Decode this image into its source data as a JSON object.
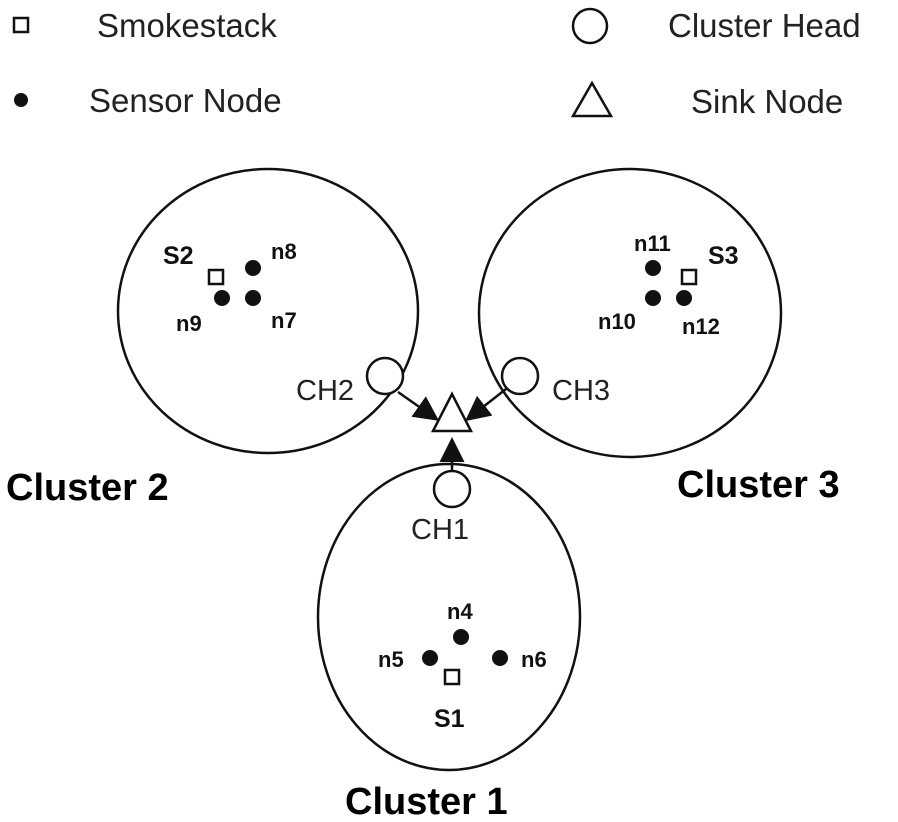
{
  "legend": {
    "smokestack": "Smokestack",
    "cluster_head": "Cluster Head",
    "sensor_node": "Sensor Node",
    "sink_node": "Sink Node"
  },
  "clusters": {
    "c1": "Cluster 1",
    "c2": "Cluster 2",
    "c3": "Cluster 3"
  },
  "cluster_heads": {
    "ch1": "CH1",
    "ch2": "CH2",
    "ch3": "CH3"
  },
  "smokestacks": {
    "s1": "S1",
    "s2": "S2",
    "s3": "S3"
  },
  "nodes": {
    "n4": "n4",
    "n5": "n5",
    "n6": "n6",
    "n7": "n7",
    "n8": "n8",
    "n9": "n9",
    "n10": "n10",
    "n11": "n11",
    "n12": "n12"
  },
  "colors": {
    "stroke": "#111111",
    "fill_node": "#111111",
    "background": "#ffffff"
  }
}
